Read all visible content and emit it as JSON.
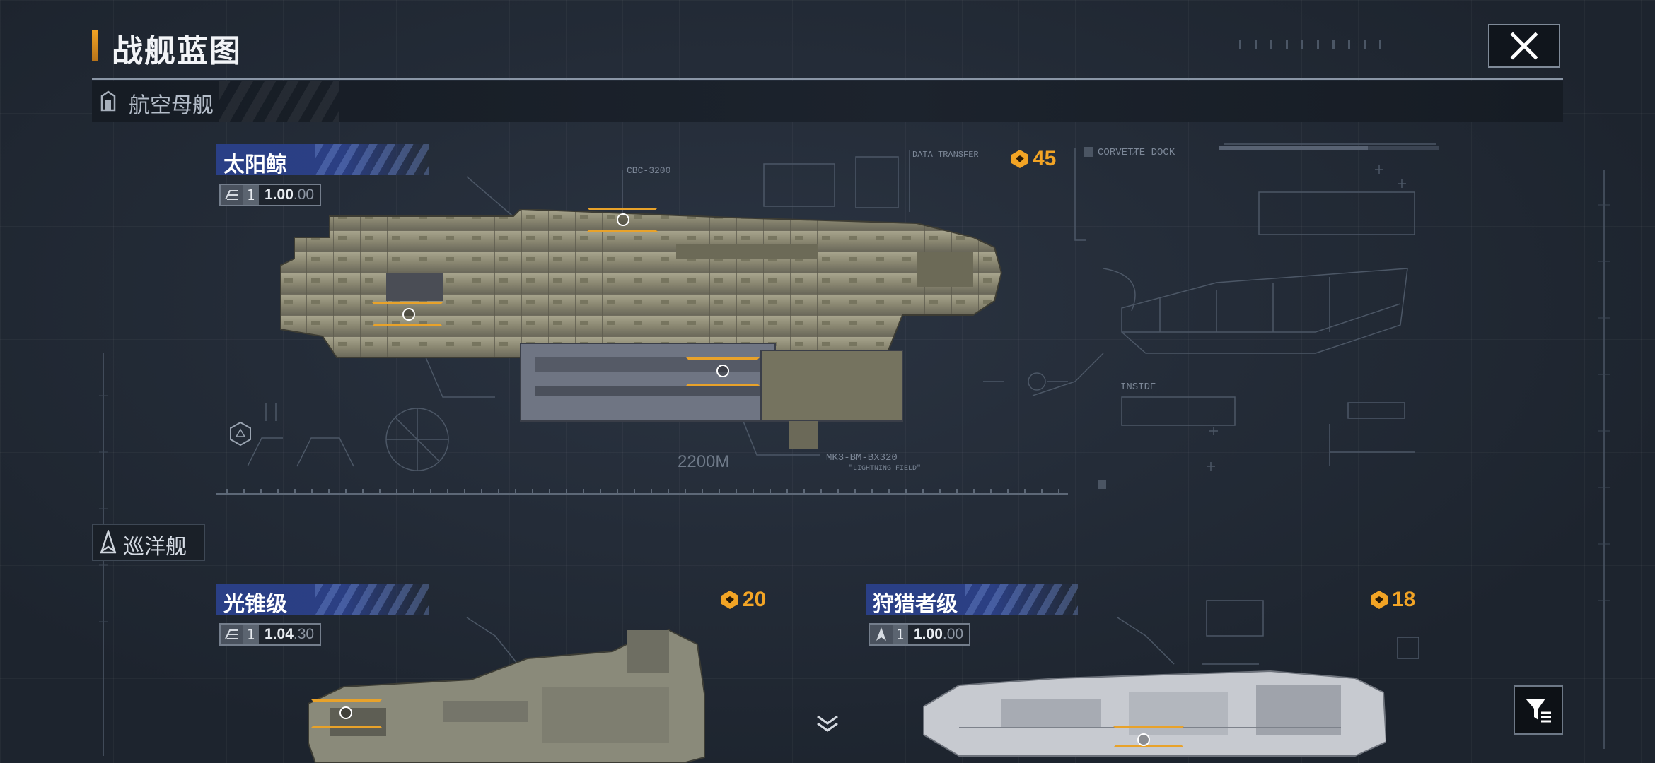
{
  "header": {
    "title": "战舰蓝图",
    "close_icon": "close-icon"
  },
  "categories": [
    {
      "label": "航空母舰",
      "icon": "carrier-icon"
    },
    {
      "label": "巡洋舰",
      "icon": "cruiser-icon"
    }
  ],
  "ships": [
    {
      "name": "太阳鲸",
      "level": "1",
      "power_main": "1.00",
      "power_frac": ".00",
      "cost": "45"
    },
    {
      "name": "光锥级",
      "level": "1",
      "power_main": "1.04",
      "power_frac": ".30",
      "cost": "20"
    },
    {
      "name": "狩猎者级",
      "level": "1",
      "power_main": "1.00",
      "power_frac": ".00",
      "cost": "18"
    }
  ],
  "blueprint": {
    "scale_label": "2200M",
    "callout_top": "CBC-3200",
    "callout_bottom": "MK3-BM-BX320",
    "callout_bottom_sub": "\"LIGHTNING FIELD\"",
    "corvette_dock": "CORVETTE DOCK",
    "data_transfer": "DATA TRANSFER",
    "inside": "INSIDE"
  },
  "colors": {
    "accent": "#f2a425",
    "tag_blue": "#2a3f86",
    "background": "#222a35"
  }
}
